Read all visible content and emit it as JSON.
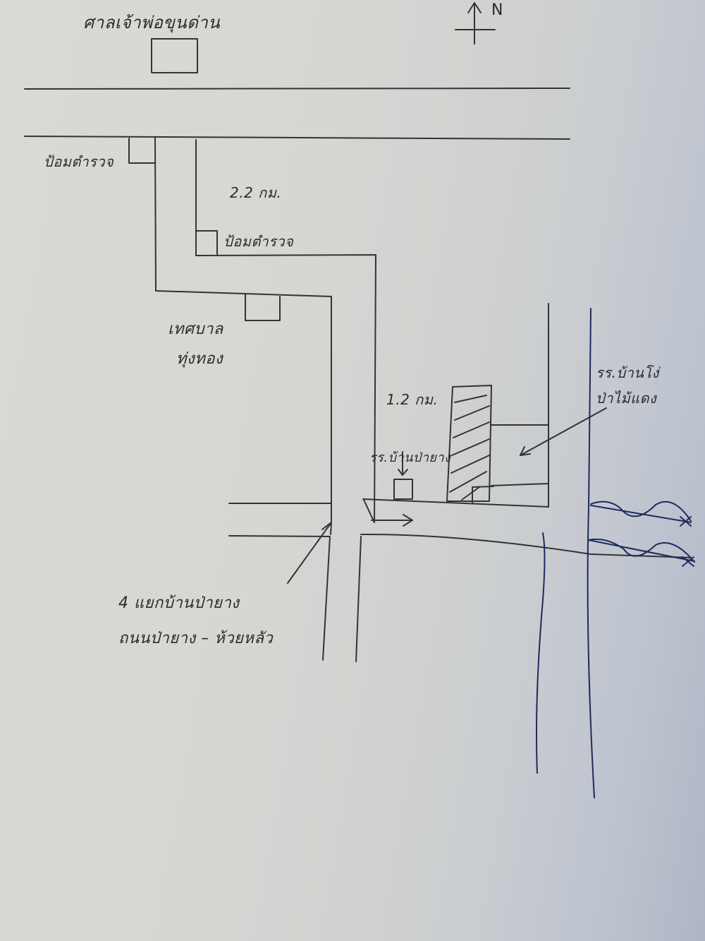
{
  "map": {
    "north_label": "N",
    "labels": {
      "shrine": "ศาลเจ้าพ่อขุนด่าน",
      "police_box_left": "ป้อมตำรวจ",
      "police_box_right": "ป้อมตำรวจ",
      "distance_top": "2.2 กม.",
      "municipality_line1": "เทศบาล",
      "municipality_line2": "ทุ่งทอง",
      "distance_lower": "1.2 กม.",
      "school_small": "รร.บ้านป่ายาง",
      "school_target_line1": "รร.บ้านโง่",
      "school_target_line2": "ป่าไม้แดง",
      "junction_line1": "4 แยกบ้านป่ายาง",
      "junction_line2": "ถนนป่ายาง – ห้วยหลัว"
    }
  }
}
